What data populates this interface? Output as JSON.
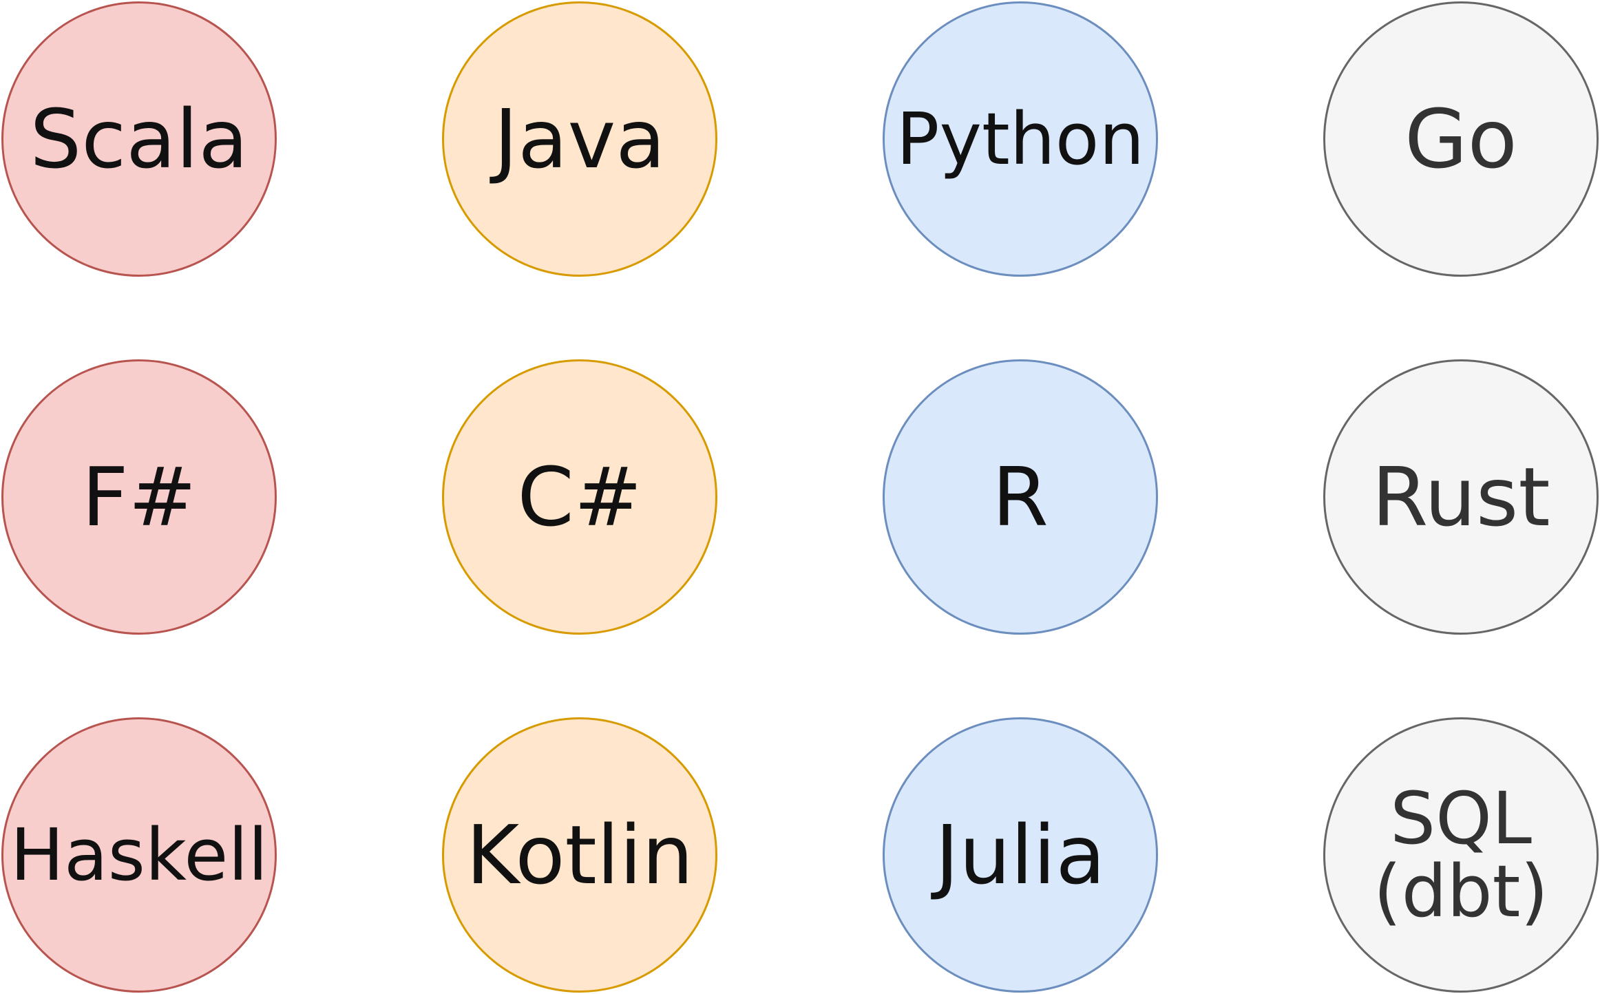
{
  "groups": [
    {
      "fill": "#f8cecc",
      "stroke": "#b85450",
      "text": "#111111"
    },
    {
      "fill": "#ffe6cc",
      "stroke": "#d79b00",
      "text": "#111111"
    },
    {
      "fill": "#dae8fc",
      "stroke": "#6c8ebf",
      "text": "#111111"
    },
    {
      "fill": "#f5f5f5",
      "stroke": "#666666",
      "text": "#333333"
    }
  ],
  "nodes": {
    "scala": {
      "label": "Scala"
    },
    "java": {
      "label": "Java"
    },
    "python": {
      "label": "Python"
    },
    "go": {
      "label": "Go"
    },
    "fsharp": {
      "label": "F#"
    },
    "csharp": {
      "label": "C#"
    },
    "r": {
      "label": "R"
    },
    "rust": {
      "label": "Rust"
    },
    "haskell": {
      "label": "Haskell"
    },
    "kotlin": {
      "label": "Kotlin"
    },
    "julia": {
      "label": "Julia"
    },
    "sql": {
      "label": "SQL\n(dbt)"
    }
  }
}
